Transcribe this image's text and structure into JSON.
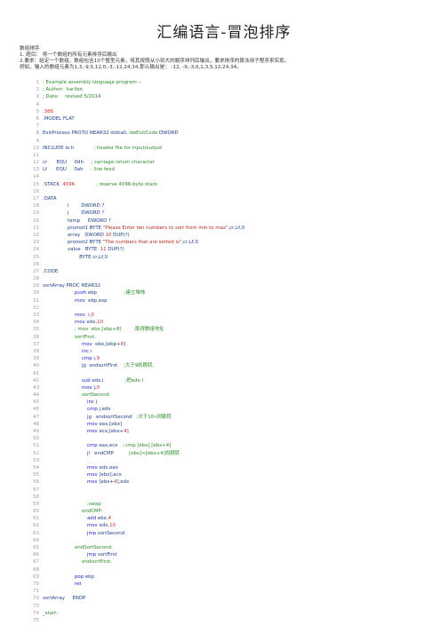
{
  "title": "汇编语言-冒泡排序",
  "intro": [
    "数组排序",
    "1. 题目： 将一个数组的所有元素排序后输出",
    "2.要求：给定一个数组，数组包含10个整型元素，将其按照从小到大的顺序排列后输出，要求排序的算法用子程序来实现。",
    "例如，输入的数组元素为1,3,-9,5,12,0,-3,-12,24,34,那么输出是： -12, -9,-3,0,1,3,5,12,24,34。"
  ],
  "code": [
    {
      "n": "1",
      "i": "",
      "s": [
        {
          "t": "; Example assembly language program --",
          "c": "c"
        }
      ]
    },
    {
      "n": "2",
      "i": "",
      "s": [
        {
          "t": "; Author:  karllen",
          "c": "c"
        }
      ]
    },
    {
      "n": "3",
      "i": "",
      "s": [
        {
          "t": "; Date:    revised 5/2014",
          "c": "c"
        }
      ]
    },
    {
      "n": "4",
      "i": "",
      "s": []
    },
    {
      "n": "5",
      "i": "",
      "s": [
        {
          "t": ".386",
          "c": "r"
        }
      ]
    },
    {
      "n": "6",
      "i": "",
      "s": [
        {
          "t": ".MODEL FLAT",
          "c": ""
        }
      ]
    },
    {
      "n": "7",
      "i": "",
      "s": []
    },
    {
      "n": "8",
      "i": "",
      "s": [
        {
          "t": "ExitProcess PROTO NEAR32 stdcall, ",
          "c": ""
        },
        {
          "t": "dwExitCode:",
          "c": "c"
        },
        {
          "t": "DWORD",
          "c": ""
        }
      ]
    },
    {
      "n": "9",
      "i": "",
      "s": []
    },
    {
      "n": "10",
      "i": "",
      "s": [
        {
          "t": "INCLUDE io.h             ",
          "c": ""
        },
        {
          "t": "; header file for input/output",
          "c": "c"
        }
      ]
    },
    {
      "n": "11",
      "i": "",
      "s": []
    },
    {
      "n": "12",
      "i": "",
      "s": [
        {
          "t": "cr      EQU     0dh     ",
          "c": ""
        },
        {
          "t": "; carriage return character",
          "c": "c"
        }
      ]
    },
    {
      "n": "13",
      "i": "",
      "s": [
        {
          "t": "Lf      EQU     0ah     ",
          "c": ""
        },
        {
          "t": "; line feed",
          "c": "c"
        }
      ]
    },
    {
      "n": "14",
      "i": "",
      "s": []
    },
    {
      "n": "15",
      "i": "",
      "s": [
        {
          "t": ".STACK  ",
          "c": ""
        },
        {
          "t": "4096",
          "c": "r"
        },
        {
          "t": "              ",
          "c": ""
        },
        {
          "t": "; reserve 4096-byte stack",
          "c": "c"
        }
      ]
    },
    {
      "n": "16",
      "i": "",
      "s": []
    },
    {
      "n": "17",
      "i": "",
      "s": [
        {
          "t": ".DATA",
          "c": ""
        }
      ]
    },
    {
      "n": "18",
      "i": "i1",
      "s": [
        {
          "t": "i        DWORD ?",
          "c": ""
        }
      ]
    },
    {
      "n": "19",
      "i": "i1",
      "s": [
        {
          "t": "j        DWORD ?",
          "c": ""
        }
      ]
    },
    {
      "n": "20",
      "i": "i1",
      "s": [
        {
          "t": "temp     DWORD ?",
          "c": ""
        }
      ]
    },
    {
      "n": "21",
      "i": "i1",
      "s": [
        {
          "t": "promot1 BYTE ",
          "c": ""
        },
        {
          "t": "\"Please Enter ten numbers to sort from min to max\"",
          "c": "s"
        },
        {
          "t": ",cr,Lf,0",
          "c": ""
        }
      ]
    },
    {
      "n": "22",
      "i": "i1",
      "s": [
        {
          "t": "array   DWORD ",
          "c": ""
        },
        {
          "t": "10",
          "c": "r"
        },
        {
          "t": " DUP(?)",
          "c": ""
        }
      ]
    },
    {
      "n": "23",
      "i": "i1",
      "s": [
        {
          "t": "promot2 BYTE ",
          "c": ""
        },
        {
          "t": "\"The numbers that are sorted is\"",
          "c": "s"
        },
        {
          "t": ",cr,Lf,0",
          "c": ""
        }
      ]
    },
    {
      "n": "24",
      "i": "i1",
      "s": [
        {
          "t": "value   BYTE  ",
          "c": ""
        },
        {
          "t": "11",
          "c": "r"
        },
        {
          "t": " DUP(?)",
          "c": ""
        }
      ]
    },
    {
      "n": "25",
      "i": "i2",
      "s": [
        {
          "t": "   BYTE cr,Lf,0",
          "c": ""
        }
      ]
    },
    {
      "n": "26",
      "i": "",
      "s": []
    },
    {
      "n": "27",
      "i": "",
      "s": [
        {
          "t": ".CODE",
          "c": ""
        }
      ]
    },
    {
      "n": "28",
      "i": "",
      "s": []
    },
    {
      "n": "29",
      "i": "",
      "s": [
        {
          "t": "sortArray PROC NEAR32",
          "c": ""
        }
      ]
    },
    {
      "n": "30",
      "i": "i2",
      "s": [
        {
          "t": "push ",
          "c": "k"
        },
        {
          "t": "ebp                  ",
          "c": ""
        },
        {
          "t": ";建立堆栈",
          "c": "c"
        }
      ]
    },
    {
      "n": "31",
      "i": "i2",
      "s": [
        {
          "t": "mov  ",
          "c": "k"
        },
        {
          "t": "ebp,esp",
          "c": ""
        }
      ]
    },
    {
      "n": "32",
      "i": "",
      "s": []
    },
    {
      "n": "33",
      "i": "i2",
      "s": [
        {
          "t": "mov  ",
          "c": "k"
        },
        {
          "t": "i,",
          "c": ""
        },
        {
          "t": "0",
          "c": "r"
        }
      ]
    },
    {
      "n": "34",
      "i": "i2",
      "s": [
        {
          "t": "mov ",
          "c": "k"
        },
        {
          "t": "edx,",
          "c": ""
        },
        {
          "t": "10",
          "c": "r"
        }
      ]
    },
    {
      "n": "35",
      "i": "i2",
      "s": [
        {
          "t": "; mov  ebx,[ebp+8]        ;取得数组地址",
          "c": "c"
        }
      ]
    },
    {
      "n": "36",
      "i": "i2",
      "s": [
        {
          "t": "sortFirst:",
          "c": "c"
        }
      ]
    },
    {
      "n": "37",
      "i": "i3",
      "s": [
        {
          "t": "mov  ",
          "c": "k"
        },
        {
          "t": "ebx,[ebp+",
          "c": ""
        },
        {
          "t": "8",
          "c": "r"
        },
        {
          "t": "]",
          "c": ""
        }
      ]
    },
    {
      "n": "38",
      "i": "i3",
      "s": [
        {
          "t": "inc ",
          "c": "k"
        },
        {
          "t": "i",
          "c": ""
        }
      ]
    },
    {
      "n": "39",
      "i": "i3",
      "s": [
        {
          "t": "cmp ",
          "c": "k"
        },
        {
          "t": "i,",
          "c": ""
        },
        {
          "t": "9",
          "c": "r"
        }
      ]
    },
    {
      "n": "40",
      "i": "i3",
      "s": [
        {
          "t": "jg  endsortFirst    ",
          "c": ""
        },
        {
          "t": ";大于9则跳转,",
          "c": "c"
        }
      ]
    },
    {
      "n": "41",
      "i": "",
      "s": []
    },
    {
      "n": "42",
      "i": "i3",
      "s": [
        {
          "t": "sub ",
          "c": "k"
        },
        {
          "t": "edx,i              ",
          "c": ""
        },
        {
          "t": ";把edx-i",
          "c": "c"
        }
      ]
    },
    {
      "n": "43",
      "i": "i3",
      "s": [
        {
          "t": "mov ",
          "c": "k"
        },
        {
          "t": "j,",
          "c": ""
        },
        {
          "t": "0",
          "c": "r"
        }
      ]
    },
    {
      "n": "44",
      "i": "i3",
      "s": [
        {
          "t": "sortSecond:",
          "c": "c"
        }
      ]
    },
    {
      "n": "45",
      "i": "i4",
      "s": [
        {
          "t": "inc ",
          "c": "k"
        },
        {
          "t": "j",
          "c": ""
        }
      ]
    },
    {
      "n": "46",
      "i": "i4",
      "s": [
        {
          "t": "cmp ",
          "c": "k"
        },
        {
          "t": "j,edx",
          "c": ""
        }
      ]
    },
    {
      "n": "47",
      "i": "i4",
      "s": [
        {
          "t": "jg   endsortSecond   ",
          "c": ""
        },
        {
          "t": ";大于10-i则跳转",
          "c": "c"
        }
      ]
    },
    {
      "n": "48",
      "i": "i4",
      "s": [
        {
          "t": "mov ",
          "c": "k"
        },
        {
          "t": "eax,[ebx]",
          "c": ""
        }
      ]
    },
    {
      "n": "49",
      "i": "i4",
      "s": [
        {
          "t": "mov ",
          "c": "k"
        },
        {
          "t": "ecx,[ebx+",
          "c": ""
        },
        {
          "t": "4",
          "c": "r"
        },
        {
          "t": "]",
          "c": ""
        }
      ]
    },
    {
      "n": "50",
      "i": "",
      "s": []
    },
    {
      "n": "51",
      "i": "i4",
      "s": [
        {
          "t": "cmp ",
          "c": "k"
        },
        {
          "t": "eax,ecx   ",
          "c": ""
        },
        {
          "t": "; cmp [ebx],[ebx+4]",
          "c": "c"
        }
      ]
    },
    {
      "n": "52",
      "i": "i4",
      "s": [
        {
          "t": "jl   endCMP          ",
          "c": ""
        },
        {
          "t": "[ebx]<[ebx+4]则跳转",
          "c": "c"
        }
      ]
    },
    {
      "n": "53",
      "i": "",
      "s": []
    },
    {
      "n": "54",
      "i": "i4",
      "s": [
        {
          "t": "mov ",
          "c": "k"
        },
        {
          "t": "edx,eax",
          "c": ""
        }
      ]
    },
    {
      "n": "55",
      "i": "i4",
      "s": [
        {
          "t": "mov ",
          "c": "k"
        },
        {
          "t": "[ebx],ecx",
          "c": ""
        }
      ]
    },
    {
      "n": "56",
      "i": "i4",
      "s": [
        {
          "t": "mov ",
          "c": "k"
        },
        {
          "t": "[ebx+",
          "c": ""
        },
        {
          "t": "4",
          "c": "r"
        },
        {
          "t": "],edx",
          "c": ""
        }
      ]
    },
    {
      "n": "57",
      "i": "",
      "s": []
    },
    {
      "n": "58",
      "i": "",
      "s": []
    },
    {
      "n": "59",
      "i": "i4",
      "s": [
        {
          "t": ";swap",
          "c": "c"
        }
      ]
    },
    {
      "n": "60",
      "i": "i3",
      "s": [
        {
          "t": "endCMP:",
          "c": "c"
        }
      ]
    },
    {
      "n": "61",
      "i": "i4",
      "s": [
        {
          "t": "add ",
          "c": "k"
        },
        {
          "t": "ebx,",
          "c": ""
        },
        {
          "t": "4",
          "c": "r"
        }
      ]
    },
    {
      "n": "62",
      "i": "i4",
      "s": [
        {
          "t": "mov ",
          "c": "k"
        },
        {
          "t": "edx,",
          "c": ""
        },
        {
          "t": "10",
          "c": "r"
        }
      ]
    },
    {
      "n": "63",
      "i": "i4",
      "s": [
        {
          "t": "jmp ",
          "c": "k"
        },
        {
          "t": "sortSecond",
          "c": ""
        }
      ]
    },
    {
      "n": "64",
      "i": "",
      "s": []
    },
    {
      "n": "65",
      "i": "i2",
      "s": [
        {
          "t": "endSortSecond:",
          "c": "c"
        }
      ]
    },
    {
      "n": "66",
      "i": "i4",
      "s": [
        {
          "t": "jmp ",
          "c": "k"
        },
        {
          "t": "sortFirst",
          "c": ""
        }
      ]
    },
    {
      "n": "67",
      "i": "i3",
      "s": [
        {
          "t": "endsortFirst:",
          "c": "c"
        }
      ]
    },
    {
      "n": "68",
      "i": "",
      "s": []
    },
    {
      "n": "69",
      "i": "i2",
      "s": [
        {
          "t": "pop ",
          "c": "k"
        },
        {
          "t": "ebp",
          "c": ""
        }
      ]
    },
    {
      "n": "70",
      "i": "i2",
      "s": [
        {
          "t": "ret",
          "c": "k"
        }
      ]
    },
    {
      "n": "71",
      "i": "",
      "s": []
    },
    {
      "n": "72",
      "i": "",
      "s": [
        {
          "t": "sortArray     ENDP",
          "c": ""
        }
      ]
    },
    {
      "n": "73",
      "i": "",
      "s": []
    },
    {
      "n": "74",
      "i": "",
      "s": [
        {
          "t": "_start:",
          "c": "c"
        }
      ]
    },
    {
      "n": "75",
      "i": "",
      "s": []
    }
  ]
}
